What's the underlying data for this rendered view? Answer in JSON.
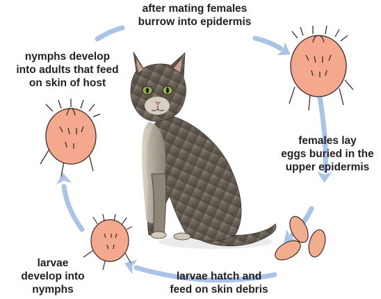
{
  "stages": {
    "mating": {
      "lines": [
        "after mating females",
        "burrow into epidermis"
      ]
    },
    "eggs": {
      "lines": [
        "females lay",
        "eggs buried in the",
        "upper epidermis"
      ]
    },
    "hatch": {
      "lines": [
        "larvae hatch and",
        "feed on skin debris"
      ]
    },
    "larvae": {
      "lines": [
        "larvae",
        "develop into",
        "nymphs"
      ]
    },
    "nymphs": {
      "lines": [
        "nymphs develop",
        "into adults that feed",
        "on skin of host"
      ]
    }
  },
  "colors": {
    "arrow": "#a9c4e6",
    "mite_body": "#f4a98f",
    "mite_outline": "#3a2a22",
    "egg": "#f2ad8e",
    "text": "#231f20"
  },
  "icons": [
    "cat-photo",
    "mite-adult-icon",
    "mite-nymph-icon",
    "mite-larva-icon",
    "egg-cluster-icon",
    "cycle-arrow-icon"
  ]
}
